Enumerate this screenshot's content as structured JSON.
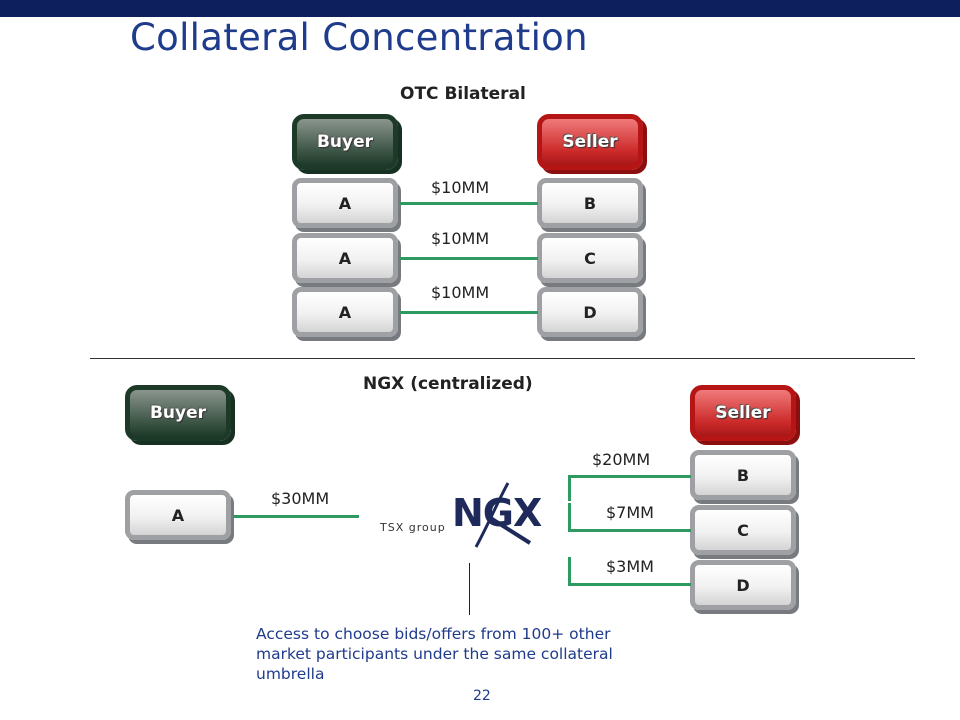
{
  "slide": {
    "title": "Collateral Concentration",
    "page_number": "22"
  },
  "otc": {
    "title": "OTC Bilateral",
    "buyer_label": "Buyer",
    "seller_label": "Seller",
    "trades": [
      {
        "buyer": "A",
        "seller": "B",
        "amount": "$10MM"
      },
      {
        "buyer": "A",
        "seller": "C",
        "amount": "$10MM"
      },
      {
        "buyer": "A",
        "seller": "D",
        "amount": "$10MM"
      }
    ]
  },
  "ngx": {
    "title": "NGX (centralized)",
    "buyer_label": "Buyer",
    "seller_label": "Seller",
    "buyer": {
      "name": "A",
      "amount": "$30MM"
    },
    "sellers": [
      {
        "name": "B",
        "amount": "$20MM"
      },
      {
        "name": "C",
        "amount": "$7MM"
      },
      {
        "name": "D",
        "amount": "$3MM"
      }
    ],
    "logo": {
      "main": "NGX",
      "sub": "TSX group"
    },
    "note": "Access to choose bids/offers from 100+ other market participants under the same collateral umbrella"
  },
  "colors": {
    "header_bar": "#0d1f5c",
    "title": "#1f3b8c",
    "connector": "#2e9960",
    "buyer": "#2a4a36",
    "seller": "#cc2a2a"
  }
}
